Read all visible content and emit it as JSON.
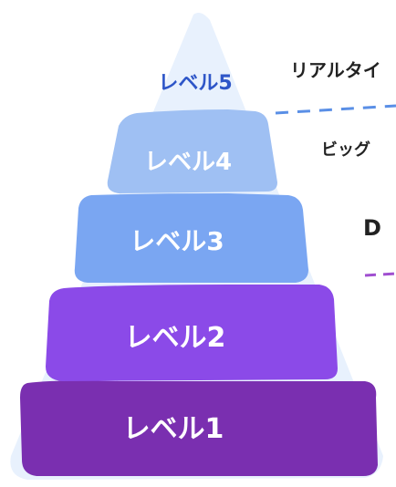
{
  "pyramid": {
    "levels": [
      {
        "label": "レベル1",
        "color": "#7a2fb0",
        "text_color": "#ffffff"
      },
      {
        "label": "レベル2",
        "color": "#8b4ae8",
        "text_color": "#ffffff"
      },
      {
        "label": "レベル3",
        "color": "#7aa6f2",
        "text_color": "#ffffff"
      },
      {
        "label": "レベル4",
        "color": "#9fc0f3",
        "text_color": "#ffffff"
      },
      {
        "label": "レベル5",
        "color": "#d4e6fb",
        "text_color": "#2e56c8"
      }
    ],
    "background_color": "#e8f1fd"
  },
  "annotations": {
    "level5_side_label": "リアルタイ",
    "level4_side_label": "ビッグ",
    "level3_side_label": "D"
  },
  "dividers": {
    "blue_dash_color": "#5a8fe6",
    "purple_dash_color": "#a04fd0"
  }
}
